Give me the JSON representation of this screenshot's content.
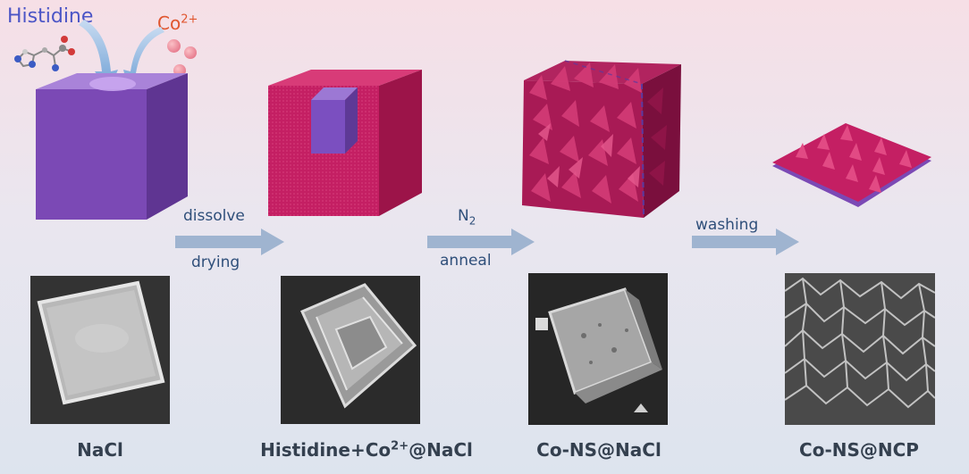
{
  "reagents": {
    "histidine": "Histidine",
    "cobalt_base": "Co",
    "cobalt_charge": "2+"
  },
  "steps": [
    {
      "top": "dissolve",
      "bottom": "drying"
    },
    {
      "top_main": "N",
      "top_sub": "2",
      "bottom": "anneal"
    },
    {
      "top": "washing"
    }
  ],
  "captions": {
    "c1": "NaCl",
    "c2_a": "Histidine+Co",
    "c2_sup": "2+",
    "c2_b": "@NaCl",
    "c3": "Co-NS@NaCl",
    "c4": "Co-NS@NCP"
  },
  "colors": {
    "cube_purple": "#7b49b5",
    "shell_pink": "#c41f63",
    "arrow_blue": "#9fb4d0",
    "text_blue": "#2f4f7a",
    "cobalt_orange": "#e0562f",
    "ion_pink": "#e8788a"
  }
}
